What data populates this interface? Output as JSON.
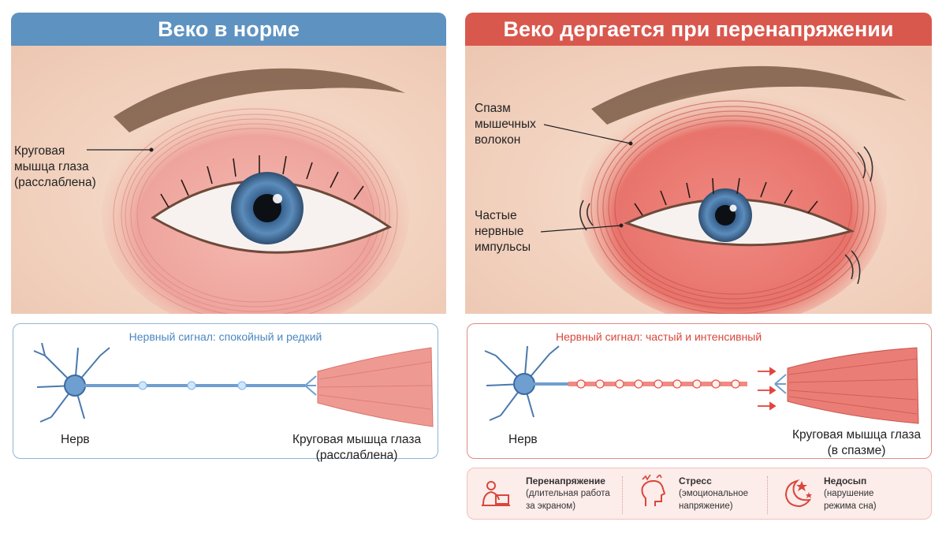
{
  "left": {
    "title": "Веко в норме",
    "muscle_label": [
      "Круговая",
      "мышца глаза",
      "(расслаблена)"
    ],
    "signal_title": "Нервный сигнал: спокойный и редкий",
    "nerve_label": "Нерв",
    "muscle_caption": [
      "Круговая мышца глаза",
      "(расслаблена)"
    ]
  },
  "right": {
    "title": "Веко дергается при перенапряжении",
    "spasm_label": [
      "Спазм",
      "мышечных",
      "волокон"
    ],
    "impulse_label": [
      "Частые",
      "нервные",
      "импульсы"
    ],
    "signal_title": "Нервный сигнал: частый и интенсивный",
    "nerve_label": "Нерв",
    "muscle_caption": [
      "Круговая мышца глаза",
      "(в спазме)"
    ]
  },
  "causes": [
    {
      "icon": "person-laptop-icon",
      "title": "Перенапряжение",
      "desc": [
        "(длительная работа",
        "за экраном)"
      ]
    },
    {
      "icon": "stress-head-icon",
      "title": "Стресс",
      "desc": [
        "(эмоциональное",
        "напряжение)"
      ]
    },
    {
      "icon": "moon-stars-icon",
      "title": "Недосып",
      "desc": [
        "(нарушение",
        "режима сна)"
      ]
    }
  ],
  "colors": {
    "blue": "#5e92c1",
    "red": "#d9584e",
    "muscle": "#e98d88"
  }
}
